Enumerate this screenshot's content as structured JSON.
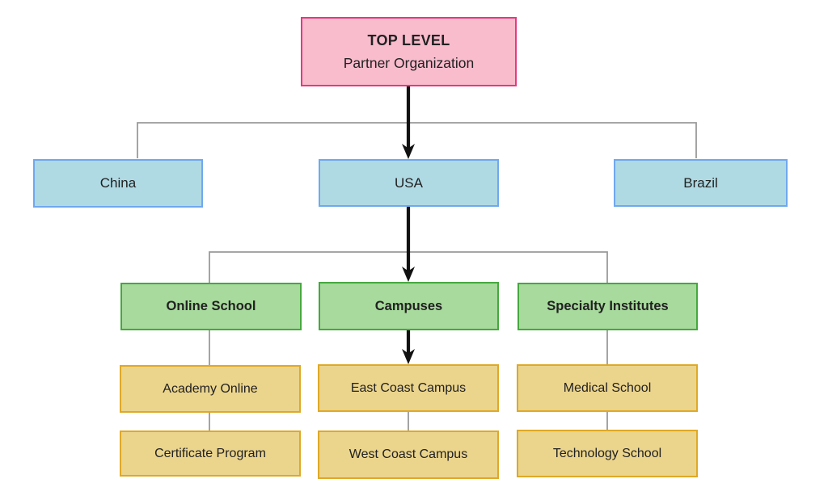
{
  "root": {
    "title": "TOP LEVEL",
    "subtitle": "Partner Organization"
  },
  "countries": [
    {
      "label": "China"
    },
    {
      "label": "USA"
    },
    {
      "label": "Brazil"
    }
  ],
  "columns": [
    {
      "header": "Online School",
      "children": [
        "Academy Online",
        "Certificate Program"
      ]
    },
    {
      "header": "Campuses",
      "children": [
        "East Coast Campus",
        "West Coast Campus"
      ]
    },
    {
      "header": "Specialty Institutes",
      "children": [
        "Medical School",
        "Technology School"
      ]
    }
  ],
  "colors": {
    "root_fill": "#F9BCCD",
    "root_border": "#E5397F",
    "country_fill": "#AFDAE4",
    "country_border": "#6FA8F0",
    "division_fill": "#A7DA9C",
    "division_border": "#46A83F",
    "leaf_fill": "#EBD48C",
    "leaf_border": "#DFA927",
    "connector_gray": "#9A9A9A",
    "arrow_black": "#111111",
    "text": "#212121",
    "background": "#FFFFFF"
  }
}
